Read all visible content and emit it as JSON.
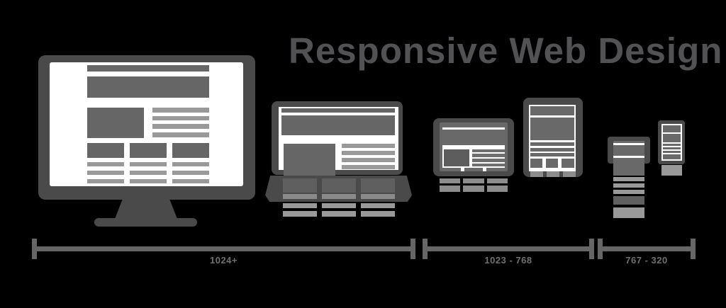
{
  "title": "Responsive Web Design",
  "breakpoints": [
    {
      "label": "1024+"
    },
    {
      "label": "1023 - 768"
    },
    {
      "label": "767 - 320"
    }
  ],
  "devices": [
    {
      "name": "desktop-monitor"
    },
    {
      "name": "laptop"
    },
    {
      "name": "tablet-landscape"
    },
    {
      "name": "tablet-portrait"
    },
    {
      "name": "smartphone-landscape"
    },
    {
      "name": "smartphone-portrait"
    }
  ],
  "colors": {
    "background": "#000000",
    "device_frame": "#4a4a4a",
    "screen_white": "#ffffff",
    "wireframe_dark": "#666666",
    "wireframe_light": "#999999",
    "device_screen_gray": "#696969",
    "overflow_bar": "#8c8c8c",
    "title_text": "#525254",
    "bracket_line": "#666666",
    "bracket_label": "#707070"
  }
}
